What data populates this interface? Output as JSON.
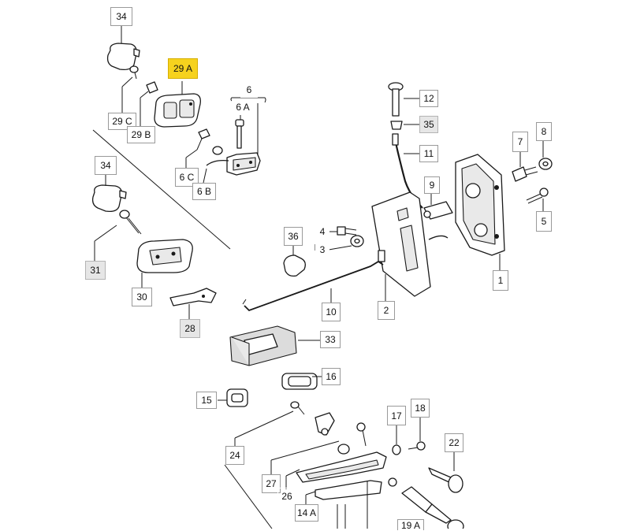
{
  "labels": {
    "l34a": "34",
    "l29A": "29 A",
    "l29C": "29 C",
    "l29B": "29 B",
    "l6": "6",
    "l6A": "6 A",
    "l6C": "6 C",
    "l6B": "6 B",
    "l34b": "34",
    "l31": "31",
    "l30": "30",
    "l28": "28",
    "l12": "12",
    "l35": "35",
    "l11": "11",
    "l7": "7",
    "l8": "8",
    "l9": "9",
    "l5": "5",
    "l36": "36",
    "l4": "4",
    "l3": "3",
    "l1": "1",
    "l2": "2",
    "l10": "10",
    "l33": "33",
    "l16": "16",
    "l15": "15",
    "l17": "17",
    "l18": "18",
    "l22": "22",
    "l24": "24",
    "l27": "27",
    "l26": "26",
    "l14A": "14 A",
    "l19": "19 A"
  },
  "colors": {
    "highlight": "#f6d21e",
    "line": "#1a1a1a",
    "label_border": "#9a9a9a"
  }
}
